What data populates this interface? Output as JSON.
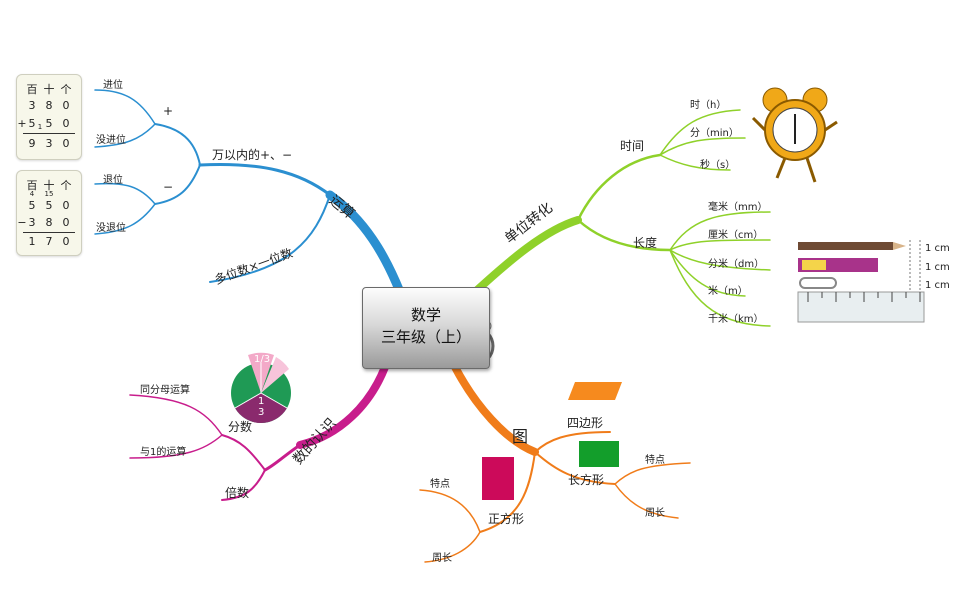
{
  "center": {
    "line1": "数学",
    "line2": "三年级（上）"
  },
  "branches": {
    "operations": {
      "label": "运算",
      "sub_add_sub": "万以内的+、−",
      "plus": "+",
      "minus": "−",
      "carry": "进位",
      "no_carry": "没进位",
      "borrow": "退位",
      "no_borrow": "没退位",
      "multi": "多位数×一位数"
    },
    "units": {
      "label": "单位转化",
      "time": "时间",
      "hour": "时（h）",
      "minute": "分（min）",
      "second": "秒（s）",
      "length": "长度",
      "mm": "毫米（mm）",
      "cm": "厘米（cm）",
      "dm": "分米（dm）",
      "m": "米（m）",
      "km": "千米（km）"
    },
    "numbers": {
      "label": "数的认识",
      "fraction": "分数",
      "same_denom": "同分母运算",
      "with_one": "与1的运算",
      "multiple": "倍数"
    },
    "shapes": {
      "label": "图",
      "quad": "四边形",
      "rect": "长方形",
      "rect_feature": "特点",
      "rect_perimeter": "周长",
      "square": "正方形",
      "square_feature": "特点",
      "square_perimeter": "周长"
    }
  },
  "addition_card": {
    "header": [
      "百",
      "十",
      "个"
    ],
    "row1": [
      "3",
      "8",
      "0"
    ],
    "row2_sign": "+",
    "row2": [
      "5",
      "5",
      "0"
    ],
    "carry_mark": "1",
    "result": [
      "9",
      "3",
      "0"
    ]
  },
  "subtraction_card": {
    "header": [
      "百",
      "十",
      "个"
    ],
    "borrow_marks": [
      "4",
      "15"
    ],
    "row1": [
      "5",
      "5",
      "0"
    ],
    "row2_sign": "−",
    "row2": [
      "3",
      "8",
      "0"
    ],
    "result": [
      "1",
      "7",
      "0"
    ]
  },
  "pie_labels": {
    "top": "1/3",
    "bottom_num": "1",
    "bottom_den": "3"
  },
  "ruler_labels": [
    "1 cm",
    "1 cm",
    "1 cm"
  ],
  "colors": {
    "operations": "#2b8fd0",
    "units": "#8fd12a",
    "numbers": "#c81d8c",
    "shapes": "#f07c1a",
    "clock": "#f0a818",
    "quad_shape": "#f68a1e",
    "rect_shape": "#139e2b",
    "square_shape": "#cc0a5a"
  }
}
